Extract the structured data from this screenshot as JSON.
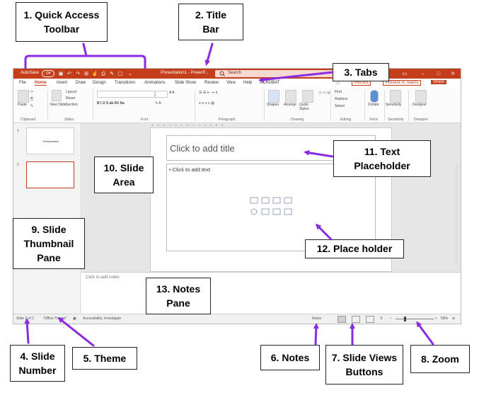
{
  "callouts": {
    "quick_access": "1. Quick Access\nToolbar",
    "title_bar": "2. Title\nBar",
    "tabs": "3. Tabs",
    "slide_number": "4. Slide\nNumber",
    "theme": "5. Theme",
    "notes": "6. Notes",
    "slide_views": "7. Slide Views\nButtons",
    "zoom": "8. Zoom",
    "thumbnail_pane": "9. Slide\nThumbnail\nPane",
    "slide_area": "10. Slide\nArea",
    "text_placeholder": "11. Text\nPlaceholder",
    "place_holder": "12. Place holder",
    "notes_pane": "13. Notes\nPane"
  },
  "window": {
    "autosave": "AutoSave",
    "autosave_state": "Off",
    "file_name": "Presentation1 - PowerP...",
    "search_placeholder": "Search",
    "record": "Record",
    "present_in_teams": "Present in Teams",
    "share": "Share"
  },
  "tabs": [
    "File",
    "Home",
    "Insert",
    "Draw",
    "Design",
    "Transitions",
    "Animations",
    "Slide Show",
    "Review",
    "View",
    "Help",
    "ACROBAT"
  ],
  "ribbon": {
    "paste": "Paste",
    "new_slide": "New Slide",
    "layout": "Layout",
    "reset": "Reset",
    "section": "Section",
    "shapes": "Shapes",
    "arrange": "Arrange",
    "quick_styles": "Quick Styles",
    "find": "Find",
    "replace": "Replace",
    "select": "Select",
    "dictate": "Dictate",
    "sensitivity": "Sensitivity",
    "designer": "Designer",
    "groups": [
      "Clipboard",
      "Slides",
      "Font",
      "Paragraph",
      "Drawing",
      "Editing",
      "Voice",
      "Sensitivity",
      "Designer"
    ]
  },
  "slides": {
    "thumb1_title": "Presentation",
    "thumb1_num": "1",
    "thumb2_num": "2",
    "title_placeholder": "Click to add title",
    "text_placeholder": "• Click to add text",
    "notes_placeholder": "Click to add notes"
  },
  "status": {
    "slide_number": "Slide 2 of 2",
    "theme": "\"Office Theme\"",
    "accessibility": "Accessibility: Investigate",
    "notes": "Notes",
    "zoom": "58%"
  },
  "colors": {
    "accent": "#c43e1c",
    "arrow": "#8a2be2"
  }
}
